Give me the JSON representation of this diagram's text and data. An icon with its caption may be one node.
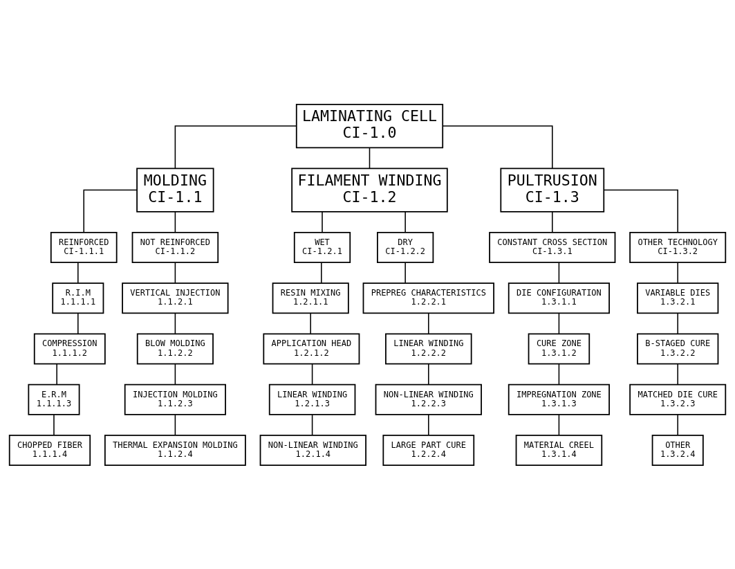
{
  "diagram": {
    "nodes": [
      {
        "text": [
          "LAMINATING CELL",
          "CI-1.0"
        ]
      },
      {
        "text": [
          "MOLDING",
          "CI-1.1"
        ]
      },
      {
        "text": [
          "FILAMENT WINDING",
          "CI-1.2"
        ]
      },
      {
        "text": [
          "PULTRUSION",
          "CI-1.3"
        ]
      },
      {
        "text": [
          "REINFORCED",
          "CI-1.1.1"
        ]
      },
      {
        "text": [
          "NOT REINFORCED",
          "CI-1.1.2"
        ]
      },
      {
        "text": [
          "WET",
          "CI-1.2.1"
        ]
      },
      {
        "text": [
          "DRY",
          "CI-1.2.2"
        ]
      },
      {
        "text": [
          "CONSTANT CROSS SECTION",
          "CI-1.3.1"
        ]
      },
      {
        "text": [
          "OTHER TECHNOLOGY",
          "CI-1.3.2"
        ]
      },
      {
        "text": [
          "R.I.M",
          "1.1.1.1"
        ]
      },
      {
        "text": [
          "VERTICAL INJECTION",
          "1.1.2.1"
        ]
      },
      {
        "text": [
          "RESIN MIXING",
          "1.2.1.1"
        ]
      },
      {
        "text": [
          "PREPREG CHARACTERISTICS",
          "1.2.2.1"
        ]
      },
      {
        "text": [
          "DIE CONFIGURATION",
          "1.3.1.1"
        ]
      },
      {
        "text": [
          "VARIABLE DIES",
          "1.3.2.1"
        ]
      },
      {
        "text": [
          "COMPRESSION",
          "1.1.1.2"
        ]
      },
      {
        "text": [
          "BLOW MOLDING",
          "1.1.2.2"
        ]
      },
      {
        "text": [
          "APPLICATION HEAD",
          "1.2.1.2"
        ]
      },
      {
        "text": [
          "LINEAR WINDING",
          "1.2.2.2"
        ]
      },
      {
        "text": [
          "CURE ZONE",
          "1.3.1.2"
        ]
      },
      {
        "text": [
          "B-STAGED CURE",
          "1.3.2.2"
        ]
      },
      {
        "text": [
          "E.R.M",
          "1.1.1.3"
        ]
      },
      {
        "text": [
          "INJECTION MOLDING",
          "1.1.2.3"
        ]
      },
      {
        "text": [
          "LINEAR WINDING",
          "1.2.1.3"
        ]
      },
      {
        "text": [
          "NON-LINEAR WINDING",
          "1.2.2.3"
        ]
      },
      {
        "text": [
          "IMPREGNATION ZONE",
          "1.3.1.3"
        ]
      },
      {
        "text": [
          "MATCHED DIE CURE",
          "1.3.2.3"
        ]
      },
      {
        "text": [
          "CHOPPED FIBER",
          "1.1.1.4"
        ]
      },
      {
        "text": [
          "THERMAL EXPANSION MOLDING",
          "1.1.2.4"
        ]
      },
      {
        "text": [
          "NON-LINEAR WINDING",
          "1.2.1.4"
        ]
      },
      {
        "text": [
          "LARGE PART CURE",
          "1.2.2.4"
        ]
      },
      {
        "text": [
          "MATERIAL CREEL",
          "1.3.1.4"
        ]
      },
      {
        "text": [
          "OTHER",
          "1.3.2.4"
        ]
      }
    ],
    "edges": [
      {
        "from": 0,
        "to": 1,
        "arrow": "none"
      },
      {
        "from": 0,
        "to": 2,
        "arrow": "none"
      },
      {
        "from": 0,
        "to": 3,
        "arrow": "none"
      },
      {
        "from": 1,
        "to": 4,
        "arrow": "none"
      },
      {
        "from": 1,
        "to": 5,
        "arrow": "none"
      },
      {
        "from": 2,
        "to": 6,
        "arrow": "none"
      },
      {
        "from": 2,
        "to": 7,
        "arrow": "none"
      },
      {
        "from": 3,
        "to": 8,
        "arrow": "none"
      },
      {
        "from": 3,
        "to": 9,
        "arrow": "none"
      },
      {
        "from": 4,
        "to": 10,
        "arrow": "none"
      },
      {
        "from": 5,
        "to": 11,
        "arrow": "none"
      },
      {
        "from": 6,
        "to": 12,
        "arrow": "none"
      },
      {
        "from": 7,
        "to": 13,
        "arrow": "none"
      },
      {
        "from": 8,
        "to": 14,
        "arrow": "none"
      },
      {
        "from": 9,
        "to": 15,
        "arrow": "none"
      },
      {
        "from": 10,
        "to": 16,
        "arrow": "none"
      },
      {
        "from": 11,
        "to": 17,
        "arrow": "none"
      },
      {
        "from": 12,
        "to": 18,
        "arrow": "none"
      },
      {
        "from": 13,
        "to": 19,
        "arrow": "none"
      },
      {
        "from": 14,
        "to": 20,
        "arrow": "none"
      },
      {
        "from": 15,
        "to": 21,
        "arrow": "none"
      },
      {
        "from": 16,
        "to": 22,
        "arrow": "none"
      },
      {
        "from": 17,
        "to": 23,
        "arrow": "none"
      },
      {
        "from": 18,
        "to": 24,
        "arrow": "none"
      },
      {
        "from": 19,
        "to": 25,
        "arrow": "none"
      },
      {
        "from": 20,
        "to": 26,
        "arrow": "none"
      },
      {
        "from": 21,
        "to": 27,
        "arrow": "none"
      },
      {
        "from": 22,
        "to": 28,
        "arrow": "none"
      },
      {
        "from": 23,
        "to": 29,
        "arrow": "none"
      },
      {
        "from": 24,
        "to": 30,
        "arrow": "none"
      },
      {
        "from": 25,
        "to": 31,
        "arrow": "none"
      },
      {
        "from": 26,
        "to": 32,
        "arrow": "none"
      },
      {
        "from": 27,
        "to": 33,
        "arrow": "none"
      }
    ]
  }
}
